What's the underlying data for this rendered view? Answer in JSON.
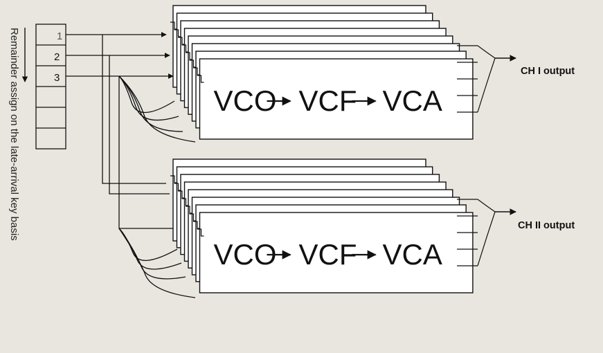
{
  "assign_table": {
    "slots": [
      "1",
      "2",
      "3",
      "",
      "",
      ""
    ]
  },
  "side_caption": "Remainder assign on the late-arrival key basis",
  "groups": [
    {
      "output_label": "CH I output",
      "chain": [
        "VCO",
        "VCF",
        "VCA"
      ]
    },
    {
      "output_label": "CH II output",
      "chain": [
        "VCO",
        "VCF",
        "VCA"
      ]
    }
  ],
  "colors": {
    "line": "#111111",
    "paper": "#e9e6df",
    "box_fill": "#ffffff"
  }
}
